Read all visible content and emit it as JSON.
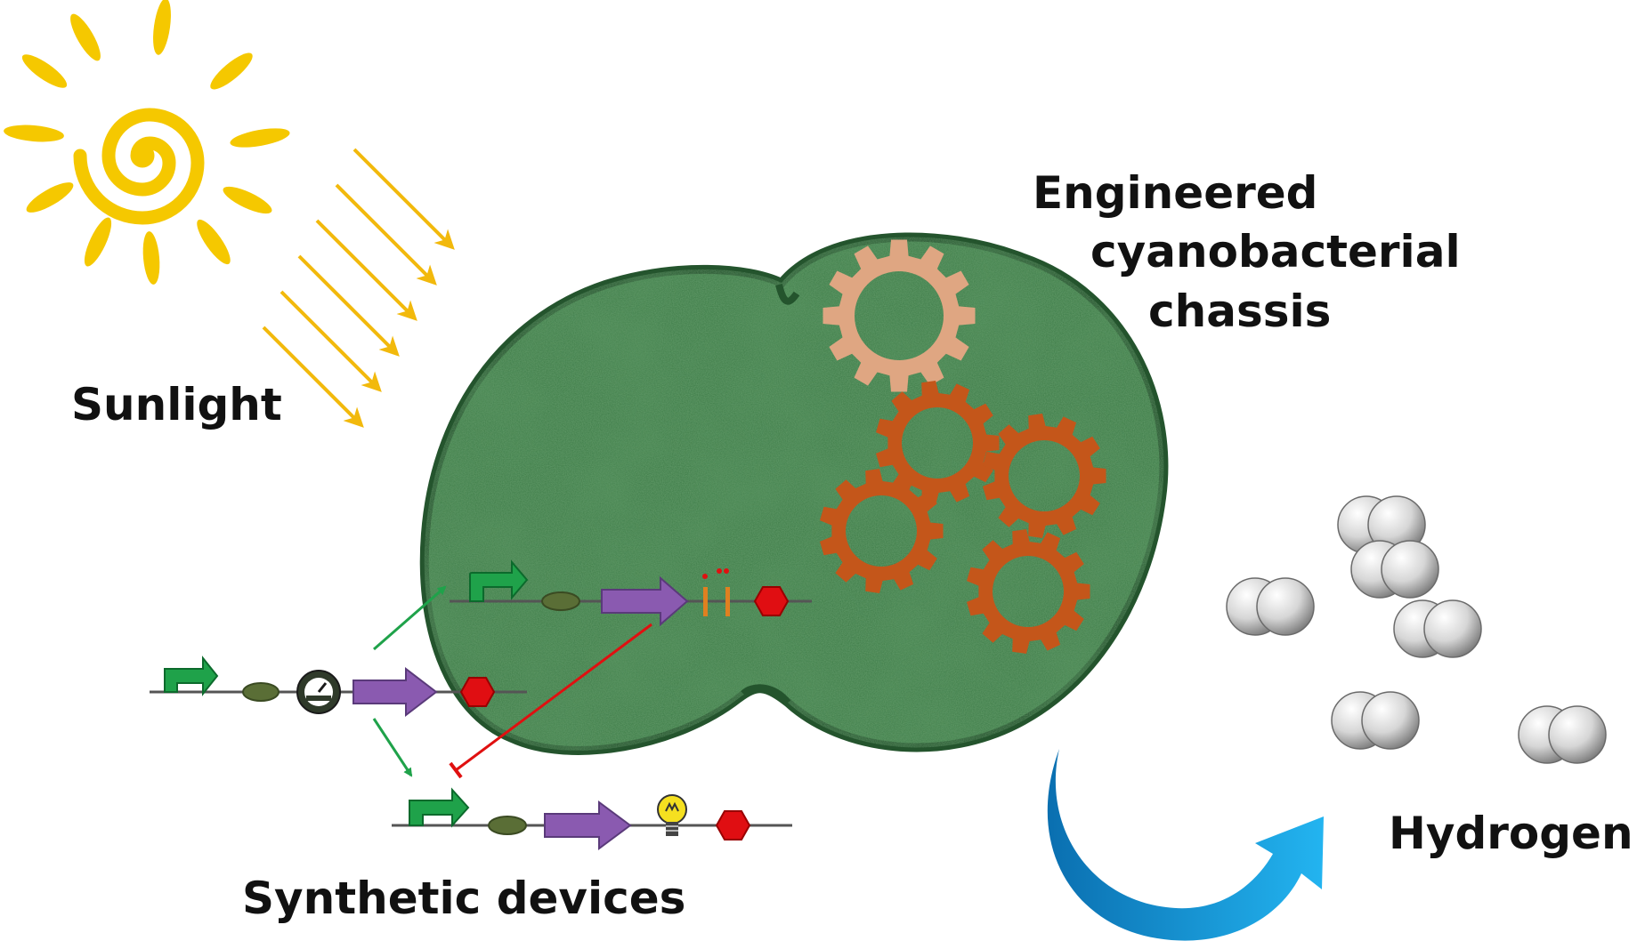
{
  "labels": {
    "sunlight": "Sunlight",
    "chassis_line1": "Engineered",
    "chassis_line2": "cyanobacterial",
    "chassis_line3": "chassis",
    "synthetic_devices": "Synthetic devices",
    "hydrogen": "Hydrogen"
  },
  "colors": {
    "sun": "#f5c800",
    "sun_rays": "#f2b90c",
    "cell": "#3c7a46",
    "cell_edge": "#24542d",
    "gear_light": "#dfa682",
    "gear_dark": "#c4561a",
    "promoter": "#1fa24a",
    "rbs": "#5a6e36",
    "cds": "#8a5ab0",
    "terminator": "#e00e12",
    "activation_arrow": "#1fa24a",
    "repression_arrow": "#e01010",
    "process_arrow": "#1aa0e0",
    "hydrogen_atom": "#e0e0e0"
  },
  "icons": [
    "sun-icon",
    "gear-icon",
    "promoter-icon",
    "rbs-icon",
    "cds-arrow-icon",
    "terminator-icon",
    "sensor-gauge-icon",
    "lightbulb-reporter-icon",
    "hydrogen-molecule-icon",
    "curved-arrow-icon"
  ]
}
